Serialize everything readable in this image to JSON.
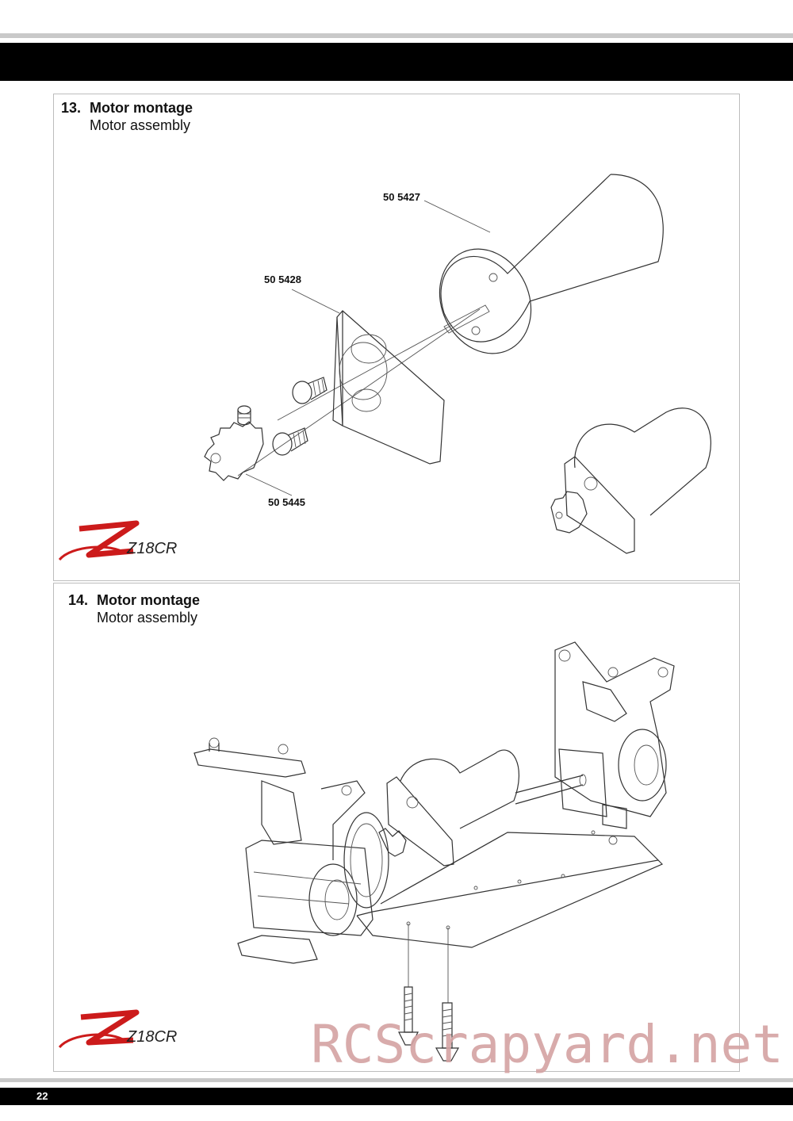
{
  "page_number": "22",
  "steps": [
    {
      "number": "13.",
      "title": "Motor montage",
      "subtitle": "Motor assembly",
      "part_labels": [
        "50 5427",
        "50 5428",
        "50 5445"
      ],
      "logo": "Z18CR"
    },
    {
      "number": "14.",
      "title": "Motor montage",
      "subtitle": "Motor assembly",
      "logo": "Z18CR"
    }
  ],
  "watermark": "RCScrapyard.net",
  "colors": {
    "bars": "#000000",
    "rule": "#c9c9c9",
    "logo_red": "#cc1b1b",
    "watermark": "#d4a3a3"
  }
}
